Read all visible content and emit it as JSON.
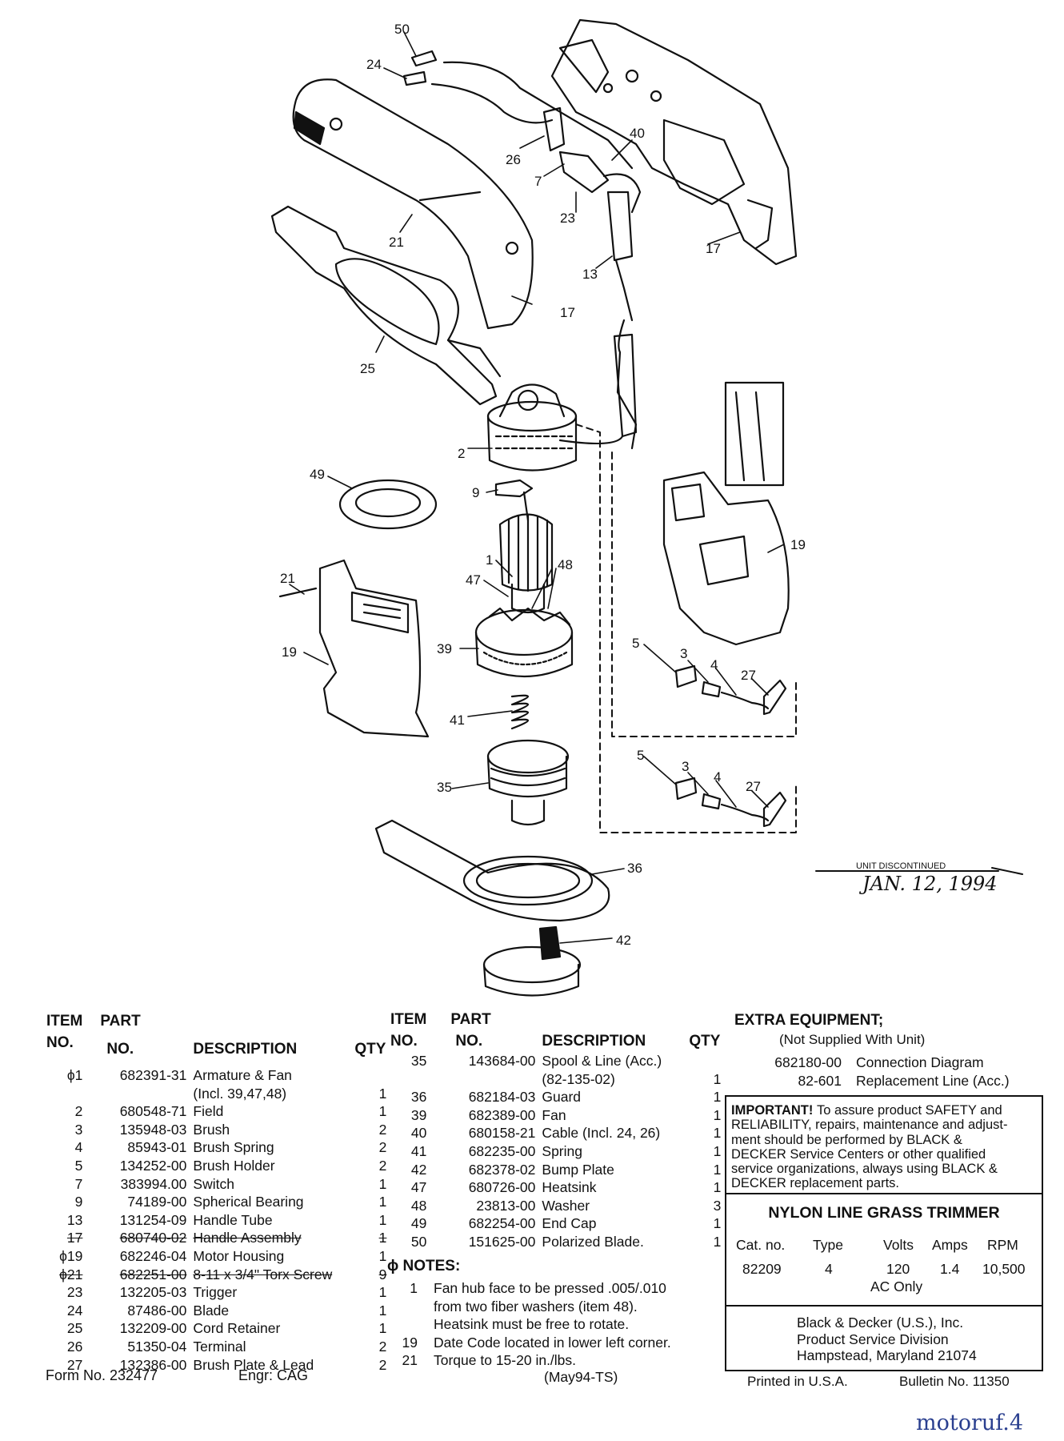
{
  "callouts": [
    {
      "id": "c50",
      "label": "50"
    },
    {
      "id": "c24",
      "label": "24"
    },
    {
      "id": "c26",
      "label": "26"
    },
    {
      "id": "c40",
      "label": "40"
    },
    {
      "id": "c7",
      "label": "7"
    },
    {
      "id": "c23",
      "label": "23"
    },
    {
      "id": "c21a",
      "label": "21"
    },
    {
      "id": "c13",
      "label": "13"
    },
    {
      "id": "c17a",
      "label": "17"
    },
    {
      "id": "c17b",
      "label": "17"
    },
    {
      "id": "c25",
      "label": "25"
    },
    {
      "id": "c2",
      "label": "2"
    },
    {
      "id": "c49",
      "label": "49"
    },
    {
      "id": "c9",
      "label": "9"
    },
    {
      "id": "c1",
      "label": "1"
    },
    {
      "id": "c48",
      "label": "48"
    },
    {
      "id": "c47",
      "label": "47"
    },
    {
      "id": "c21b",
      "label": "21"
    },
    {
      "id": "c19a",
      "label": "19"
    },
    {
      "id": "c39",
      "label": "39"
    },
    {
      "id": "c19b",
      "label": "19"
    },
    {
      "id": "c5a",
      "label": "5"
    },
    {
      "id": "c3a",
      "label": "3"
    },
    {
      "id": "c4a",
      "label": "4"
    },
    {
      "id": "c27a",
      "label": "27"
    },
    {
      "id": "c41",
      "label": "41"
    },
    {
      "id": "c5b",
      "label": "5"
    },
    {
      "id": "c3b",
      "label": "3"
    },
    {
      "id": "c4b",
      "label": "4"
    },
    {
      "id": "c27b",
      "label": "27"
    },
    {
      "id": "c35",
      "label": "35"
    },
    {
      "id": "c36",
      "label": "36"
    },
    {
      "id": "c42",
      "label": "42"
    }
  ],
  "discontinued": {
    "label": "UNIT DISCONTINUED",
    "date": "JAN. 12, 1994"
  },
  "left_table": {
    "headers": {
      "item1": "ITEM",
      "part1": "PART",
      "item2": "NO.",
      "part2": "NO.",
      "desc": "DESCRIPTION",
      "qty": "QTY"
    },
    "rows": [
      {
        "no": "ϕ1",
        "part": "682391-31",
        "desc": "Armature & Fan",
        "qty": "",
        "strike": false
      },
      {
        "no": "",
        "part": "",
        "desc": "(Incl. 39,47,48)",
        "qty": "1",
        "strike": false
      },
      {
        "no": "2",
        "part": "680548-71",
        "desc": "Field",
        "qty": "1",
        "strike": false
      },
      {
        "no": "3",
        "part": "135948-03",
        "desc": "Brush",
        "qty": "2",
        "strike": false
      },
      {
        "no": "4",
        "part": "85943-01",
        "desc": "Brush Spring",
        "qty": "2",
        "strike": false
      },
      {
        "no": "5",
        "part": "134252-00",
        "desc": "Brush Holder",
        "qty": "2",
        "strike": false
      },
      {
        "no": "7",
        "part": "383994.00",
        "desc": "Switch",
        "qty": "1",
        "strike": false
      },
      {
        "no": "9",
        "part": "74189-00",
        "desc": "Spherical Bearing",
        "qty": "1",
        "strike": false
      },
      {
        "no": "13",
        "part": "131254-09",
        "desc": "Handle Tube",
        "qty": "1",
        "strike": false
      },
      {
        "no": "17",
        "part": "680740-02",
        "desc": "Handle Assembly",
        "qty": "1",
        "strike": true
      },
      {
        "no": "ϕ19",
        "part": "682246-04",
        "desc": "Motor Housing",
        "qty": "1",
        "strike": false
      },
      {
        "no": "ϕ21",
        "part": "682251-00",
        "desc": "8-11 x 3/4\" Torx Screw",
        "qty": "9",
        "strike": true
      },
      {
        "no": "23",
        "part": "132205-03",
        "desc": "Trigger",
        "qty": "1",
        "strike": false
      },
      {
        "no": "24",
        "part": "87486-00",
        "desc": "Blade",
        "qty": "1",
        "strike": false
      },
      {
        "no": "25",
        "part": "132209-00",
        "desc": "Cord Retainer",
        "qty": "1",
        "strike": false
      },
      {
        "no": "26",
        "part": "51350-04",
        "desc": "Terminal",
        "qty": "2",
        "strike": false
      },
      {
        "no": "27",
        "part": "132386-00",
        "desc": "Brush Plate & Lead",
        "qty": "2",
        "strike": false
      }
    ],
    "form_no": "Form No. 232477",
    "engr": "Engr:  CAG"
  },
  "mid_table": {
    "headers": {
      "item1": "ITEM",
      "part1": "PART",
      "item2": "NO.",
      "part2": "NO.",
      "desc": "DESCRIPTION",
      "qty": "QTY"
    },
    "rows": [
      {
        "no": "35",
        "part": "143684-00",
        "desc": "Spool & Line (Acc.)",
        "qty": ""
      },
      {
        "no": "",
        "part": "",
        "desc": "(82-135-02)",
        "qty": "1"
      },
      {
        "no": "36",
        "part": "682184-03",
        "desc": "Guard",
        "qty": "1"
      },
      {
        "no": "39",
        "part": "682389-00",
        "desc": "Fan",
        "qty": "1"
      },
      {
        "no": "40",
        "part": "680158-21",
        "desc": "Cable (Incl. 24, 26)",
        "qty": "1"
      },
      {
        "no": "41",
        "part": "682235-00",
        "desc": "Spring",
        "qty": "1"
      },
      {
        "no": "42",
        "part": "682378-02",
        "desc": "Bump Plate",
        "qty": "1"
      },
      {
        "no": "47",
        "part": "680726-00",
        "desc": "Heatsink",
        "qty": "1"
      },
      {
        "no": "48",
        "part": "23813-00",
        "desc": "Washer",
        "qty": "3"
      },
      {
        "no": "49",
        "part": "682254-00",
        "desc": "End Cap",
        "qty": "1"
      },
      {
        "no": "50",
        "part": "151625-00",
        "desc": "Polarized Blade.",
        "qty": "1"
      }
    ]
  },
  "notes": {
    "title": "ϕ NOTES:",
    "items": [
      {
        "no": "1",
        "text": "Fan hub face to be pressed .005/.010"
      },
      {
        "no": "",
        "text": "from two fiber washers (item 48)."
      },
      {
        "no": "",
        "text": "Heatsink must be free to rotate."
      },
      {
        "no": "19",
        "text": "Date Code located in lower left corner."
      },
      {
        "no": "21",
        "text": "Torque to 15-20 in./lbs."
      }
    ],
    "revision": "(May94-TS)"
  },
  "extra": {
    "title": "EXTRA EQUIPMENT;",
    "subtitle": "(Not Supplied With Unit)",
    "rows": [
      {
        "part": "682180-00",
        "desc": "Connection Diagram"
      },
      {
        "part": "82-601",
        "desc": "Replacement Line (Acc.)"
      }
    ]
  },
  "important": {
    "lead": "IMPORTANT!",
    "lines": [
      "To assure product SAFETY and",
      "RELIABILITY, repairs, maintenance and adjust-",
      "ment should be performed by BLACK &",
      "DECKER Service Centers or other qualified",
      "service organizations, always using BLACK &",
      "DECKER replacement parts."
    ]
  },
  "product": {
    "title": "NYLON LINE GRASS TRIMMER",
    "headers": {
      "cat": "Cat. no.",
      "type": "Type",
      "volts": "Volts",
      "amps": "Amps",
      "rpm": "RPM"
    },
    "values": {
      "cat": "82209",
      "type": "4",
      "volts": "120",
      "amps": "1.4",
      "rpm": "10,500"
    },
    "ac": "AC Only"
  },
  "company": {
    "name": "Black & Decker (U.S.), Inc.",
    "division": "Product Service Division",
    "city": "Hampstead, Maryland 21074"
  },
  "printed": "Printed in U.S.A.",
  "bulletin": "Bulletin No. 11350",
  "watermark": {
    "text": "motoruf.4"
  },
  "colors": {
    "ink": "#111111",
    "watermark_blue": "#2a3f8f",
    "watermark_yellow": "#e0b400"
  }
}
